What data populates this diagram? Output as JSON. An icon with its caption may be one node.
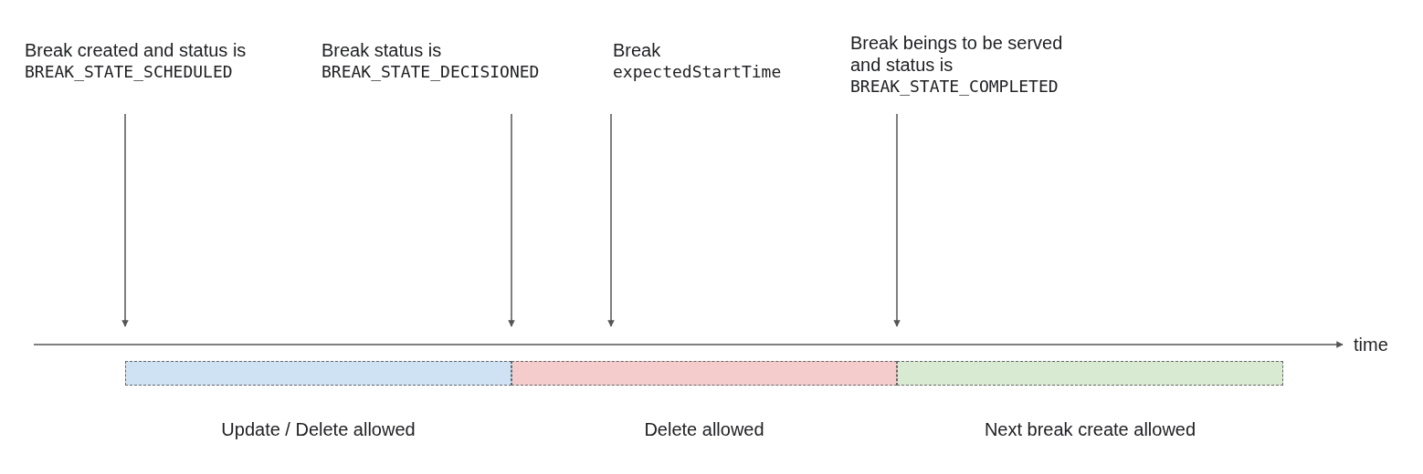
{
  "diagram": {
    "nodes": [
      {
        "text": [
          "Break created and status is",
          "BREAK_STATE_SCHEDULED"
        ]
      },
      {
        "text": [
          "Break status is",
          "BREAK_STATE_DECISIONED"
        ]
      },
      {
        "text": [
          "Break",
          "expectedStartTime"
        ]
      },
      {
        "text": [
          "Break beings to be served and status is",
          "BREAK_STATE_COMPLETED"
        ]
      },
      {
        "text": [
          "Update / Delete allowed"
        ]
      },
      {
        "text": [
          "Delete allowed"
        ]
      },
      {
        "text": [
          "Next break create allowed"
        ]
      }
    ],
    "edges": [
      {
        "from": 0,
        "to": 4,
        "arrow": "to"
      },
      {
        "from": 1,
        "to": 5,
        "arrow": "to"
      },
      {
        "from": 2,
        "to": 5,
        "arrow": "to"
      },
      {
        "from": 3,
        "to": 5,
        "arrow": "to"
      }
    ],
    "labels": [
      "time"
    ]
  }
}
